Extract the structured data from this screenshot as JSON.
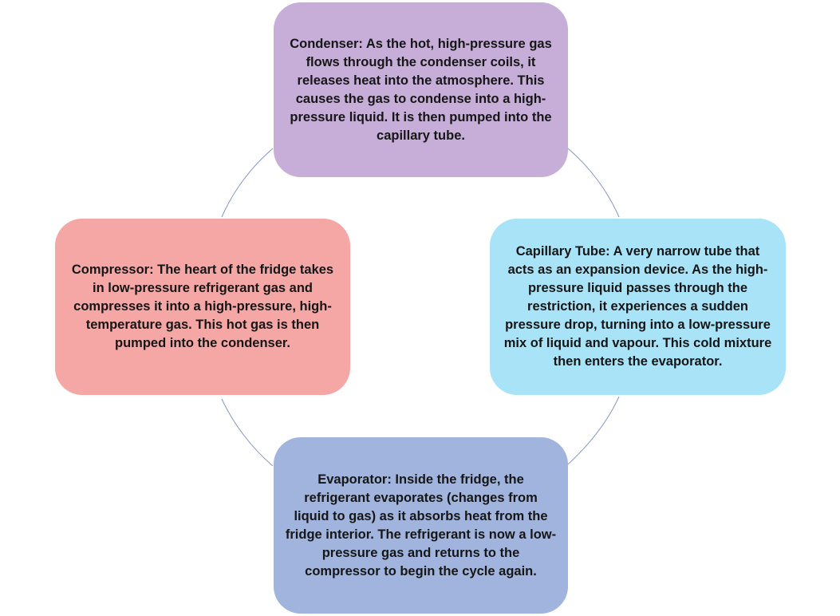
{
  "diagram": {
    "type": "cycle",
    "connector_color": "#8494c6",
    "nodes": [
      {
        "id": "condenser",
        "text": "Condenser: As the hot, high-pressure gas flows through the condenser coils, it releases heat into the atmosphere. This causes the gas to condense into a high-pressure liquid. It is then pumped into the capillary tube.",
        "color": "#c6aed9"
      },
      {
        "id": "capillary",
        "text": "Capillary Tube: A very narrow tube that acts as an expansion device. As the high-pressure liquid passes through the restriction, it experiences a sudden pressure drop, turning into a low-pressure mix of liquid and vapour. This cold mixture then enters the evaporator.",
        "color": "#a9e3f8"
      },
      {
        "id": "evaporator",
        "text": "Evaporator:  Inside the fridge, the refrigerant evaporates (changes from liquid to gas) as it absorbs heat from the fridge interior. The refrigerant is now a low-pressure gas and returns to the compressor to begin the cycle again.",
        "color": "#a0b4de"
      },
      {
        "id": "compressor",
        "text": "Compressor: The heart of the fridge takes in low-pressure refrigerant gas and compresses it into a high-pressure, high-temperature gas. This hot gas is then pumped into the condenser.",
        "color": "#f5a7a6"
      }
    ]
  }
}
